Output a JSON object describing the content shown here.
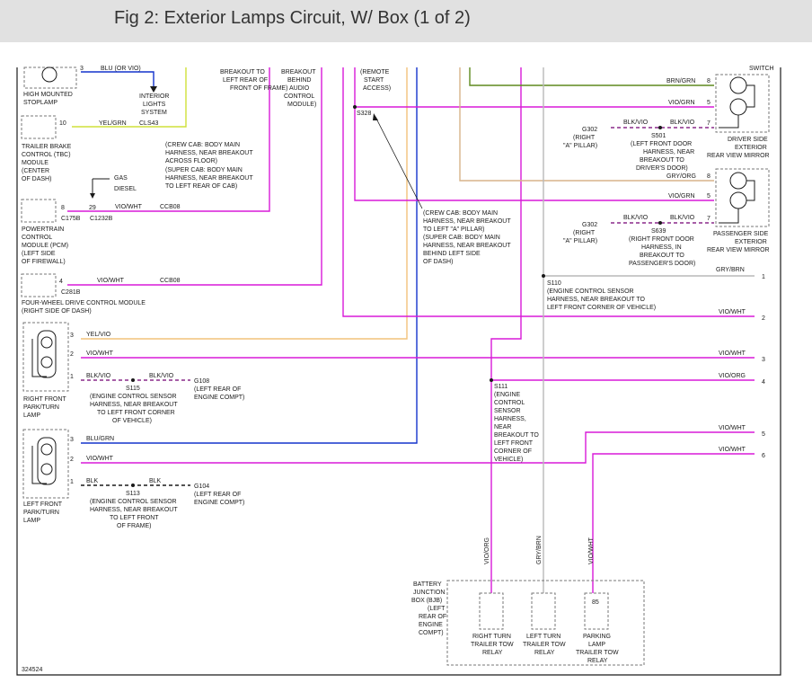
{
  "title": "Fig 2: Exterior Lamps Circuit, W/ Box (1 of 2)",
  "figure_number": "324524",
  "colors": {
    "blue": "#1433cc",
    "magenta": "#d81ad8",
    "yellow_green": "#cfe03a",
    "olive": "#5e8a1e",
    "orange": "#f2c27a",
    "gray": "#b9b9b9",
    "tan": "#d7b48a",
    "black": "#1a1a1a"
  },
  "top_labels": {
    "switch": "SWITCH",
    "breakout_frame": [
      "BREAKOUT TO",
      "LEFT REAR OF",
      "FRONT OF FRAME)"
    ],
    "breakout_audio": [
      "BREAKOUT",
      "BEHIND",
      "AUDIO",
      "CONTROL",
      "MODULE)"
    ],
    "remote_start": [
      "(REMOTE",
      "START",
      "ACCESS)"
    ]
  },
  "components": {
    "stoplamp": [
      "HIGH MOUNTED",
      "STOPLAMP"
    ],
    "interior_lights": [
      "INTERIOR",
      "LIGHTS",
      "SYSTEM"
    ],
    "tbc": [
      "TRAILER BRAKE",
      "CONTROL (TBC)",
      "MODULE",
      "(CENTER",
      "OF DASH)"
    ],
    "pcm": [
      "POWERTRAIN",
      "CONTROL",
      "MODULE (PCM)",
      "(LEFT SIDE",
      "OF FIREWALL)"
    ],
    "four_wd": [
      "FOUR-WHEEL DRIVE CONTROL MODULE",
      "(RIGHT SIDE OF DASH)"
    ],
    "right_front_lamp": [
      "RIGHT FRONT",
      "PARK/TURN",
      "LAMP"
    ],
    "left_front_lamp": [
      "LEFT FRONT",
      "PARK/TURN",
      "LAMP"
    ],
    "driver_mirror": [
      "DRIVER SIDE",
      "EXTERIOR",
      "REAR VIEW MIRROR"
    ],
    "passenger_mirror": [
      "PASSENGER SIDE",
      "EXTERIOR",
      "REAR VIEW MIRROR"
    ],
    "bjb": [
      "BATTERY",
      "JUNCTION",
      "BOX (BJB)",
      "(LEFT",
      "REAR OF",
      "ENGINE",
      "COMPT)"
    ],
    "relay_right": [
      "RIGHT TURN",
      "TRAILER TOW",
      "RELAY"
    ],
    "relay_left": [
      "LEFT TURN",
      "TRAILER TOW",
      "RELAY"
    ],
    "relay_parking": [
      "PARKING",
      "LAMP",
      "TRAILER TOW",
      "RELAY"
    ],
    "relay_parking_pin": "85"
  },
  "wires": {
    "blu_or_vio": "BLU   (OR VIO)",
    "yel_grn": "YEL/GRN",
    "cls43": "CLS43",
    "gas": "GAS",
    "diesel": "DIESEL",
    "vio_wht": "VIO/WHT",
    "ccb08": "CCB08",
    "yel_vio": "YEL/VIO",
    "blk_vio": "BLK/VIO",
    "blu_grn": "BLU/GRN",
    "blk": "BLK",
    "brn_grn": "BRN/GRN",
    "vio_grn": "VIO/GRN",
    "gry_org": "GRY/ORG",
    "gry_brn": "GRY/BRN",
    "vio_org": "VIO/ORG"
  },
  "connectors": {
    "c175b": "C175B",
    "c1232b": "C1232B",
    "c281b": "C281B"
  },
  "pins": {
    "p1": "1",
    "p2": "2",
    "p3": "3",
    "p4": "4",
    "p5": "5",
    "p6": "6",
    "p7": "7",
    "p8": "8",
    "p10": "10",
    "p29": "29"
  },
  "splices": {
    "s328": "S328",
    "s501": "S501",
    "s639": "S639",
    "s110": "S110",
    "s111": "S111",
    "s115": "S115",
    "s113": "S113"
  },
  "grounds": {
    "g302": "G302",
    "g108": "G108",
    "g104": "G104"
  },
  "notes": {
    "crew_cab_rear": [
      "(CREW CAB: BODY MAIN",
      "HARNESS, NEAR BREAKOUT",
      "ACROSS FLOOR)",
      "(SUPER CAB: BODY MAIN",
      "HARNESS, NEAR BREAKOUT",
      "TO LEFT REAR OF CAB)"
    ],
    "crew_cab_pillar": [
      "(CREW CAB: BODY MAIN",
      "HARNESS, NEAR BREAKOUT",
      "TO LEFT \"A\" PILLAR)",
      "(SUPER CAB: BODY MAIN",
      "HARNESS, NEAR BREAKOUT",
      "BEHIND LEFT SIDE",
      "OF DASH)"
    ],
    "right_a_pillar": [
      "(RIGHT",
      "\"A\" PILLAR)"
    ],
    "s501_note": [
      "(LEFT FRONT DOOR",
      "HARNESS, NEAR",
      "BREAKOUT TO",
      "DRIVER'S DOOR)"
    ],
    "s639_note": [
      "(RIGHT FRONT DOOR",
      "HARNESS, IN",
      "BREAKOUT TO",
      "PASSENGER'S DOOR)"
    ],
    "s110_note": [
      "(ENGINE CONTROL SENSOR",
      "HARNESS, NEAR BREAKOUT TO",
      "LEFT FRONT CORNER OF VEHICLE)"
    ],
    "s111_note": [
      "(ENGINE",
      "CONTROL",
      "SENSOR",
      "HARNESS,",
      "NEAR",
      "BREAKOUT TO",
      "LEFT FRONT",
      "CORNER OF",
      "VEHICLE)"
    ],
    "s115_note": [
      "(ENGINE CONTROL SENSOR",
      "HARNESS, NEAR BREAKOUT",
      "TO LEFT FRONT CORNER",
      "OF VEHICLE)"
    ],
    "s113_note": [
      "(ENGINE CONTROL SENSOR",
      "HARNESS, NEAR BREAKOUT",
      "TO LEFT FRONT",
      "OF FRAME)"
    ],
    "g108_note": [
      "(LEFT REAR OF",
      "ENGINE COMPT)"
    ],
    "g104_note": [
      "(LEFT REAR OF",
      "ENGINE COMPT)"
    ]
  }
}
